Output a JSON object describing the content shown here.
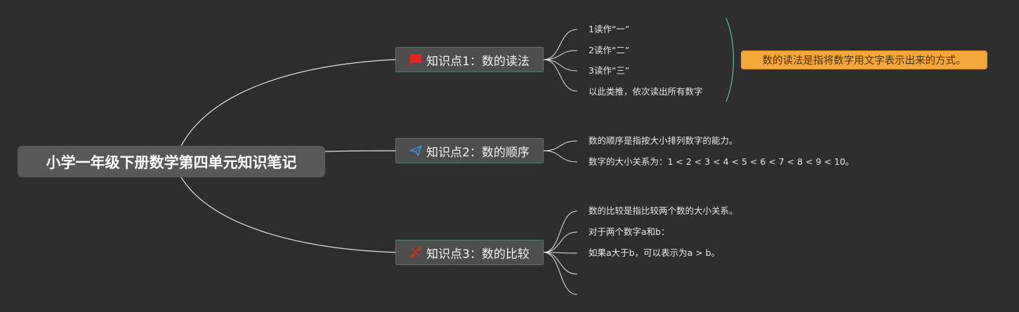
{
  "root": {
    "title": "小学一年级下册数学第四单元知识笔记"
  },
  "topics": [
    {
      "label": "知识点1：数的读法",
      "icon": "red-flag-icon",
      "leaves": [
        "1读作“一”",
        "2读作“二”",
        "3读作“三”",
        "以此类推，依次读出所有数字"
      ]
    },
    {
      "label": "知识点2：数的顺序",
      "icon": "paper-plane-icon",
      "leaves": [
        "数的顺序是指按大小排列数字的能力。",
        "数字的大小关系为：1 < 2 < 3 < 4 < 5 < 6 < 7 < 8 < 9 < 10。"
      ]
    },
    {
      "label": "知识点3：数的比较",
      "icon": "tools-icon",
      "leaves": [
        "数的比较是指比较两个数的大小关系。",
        "对于两个数字a和b：",
        "如果a大于b，可以表示为a > b。",
        "",
        ""
      ]
    }
  ],
  "summary": {
    "text": "数的读法是指将数字用文字表示出来的方式。"
  },
  "colors": {
    "background": "#2e2e2e",
    "connector": "#e6e6e6",
    "topic_border": "#4a7d70",
    "summary_fill": "#f4a73b",
    "flag_red": "#e8231b",
    "plane_blue": "#3a8fd9",
    "tools_red": "#c0392b"
  }
}
